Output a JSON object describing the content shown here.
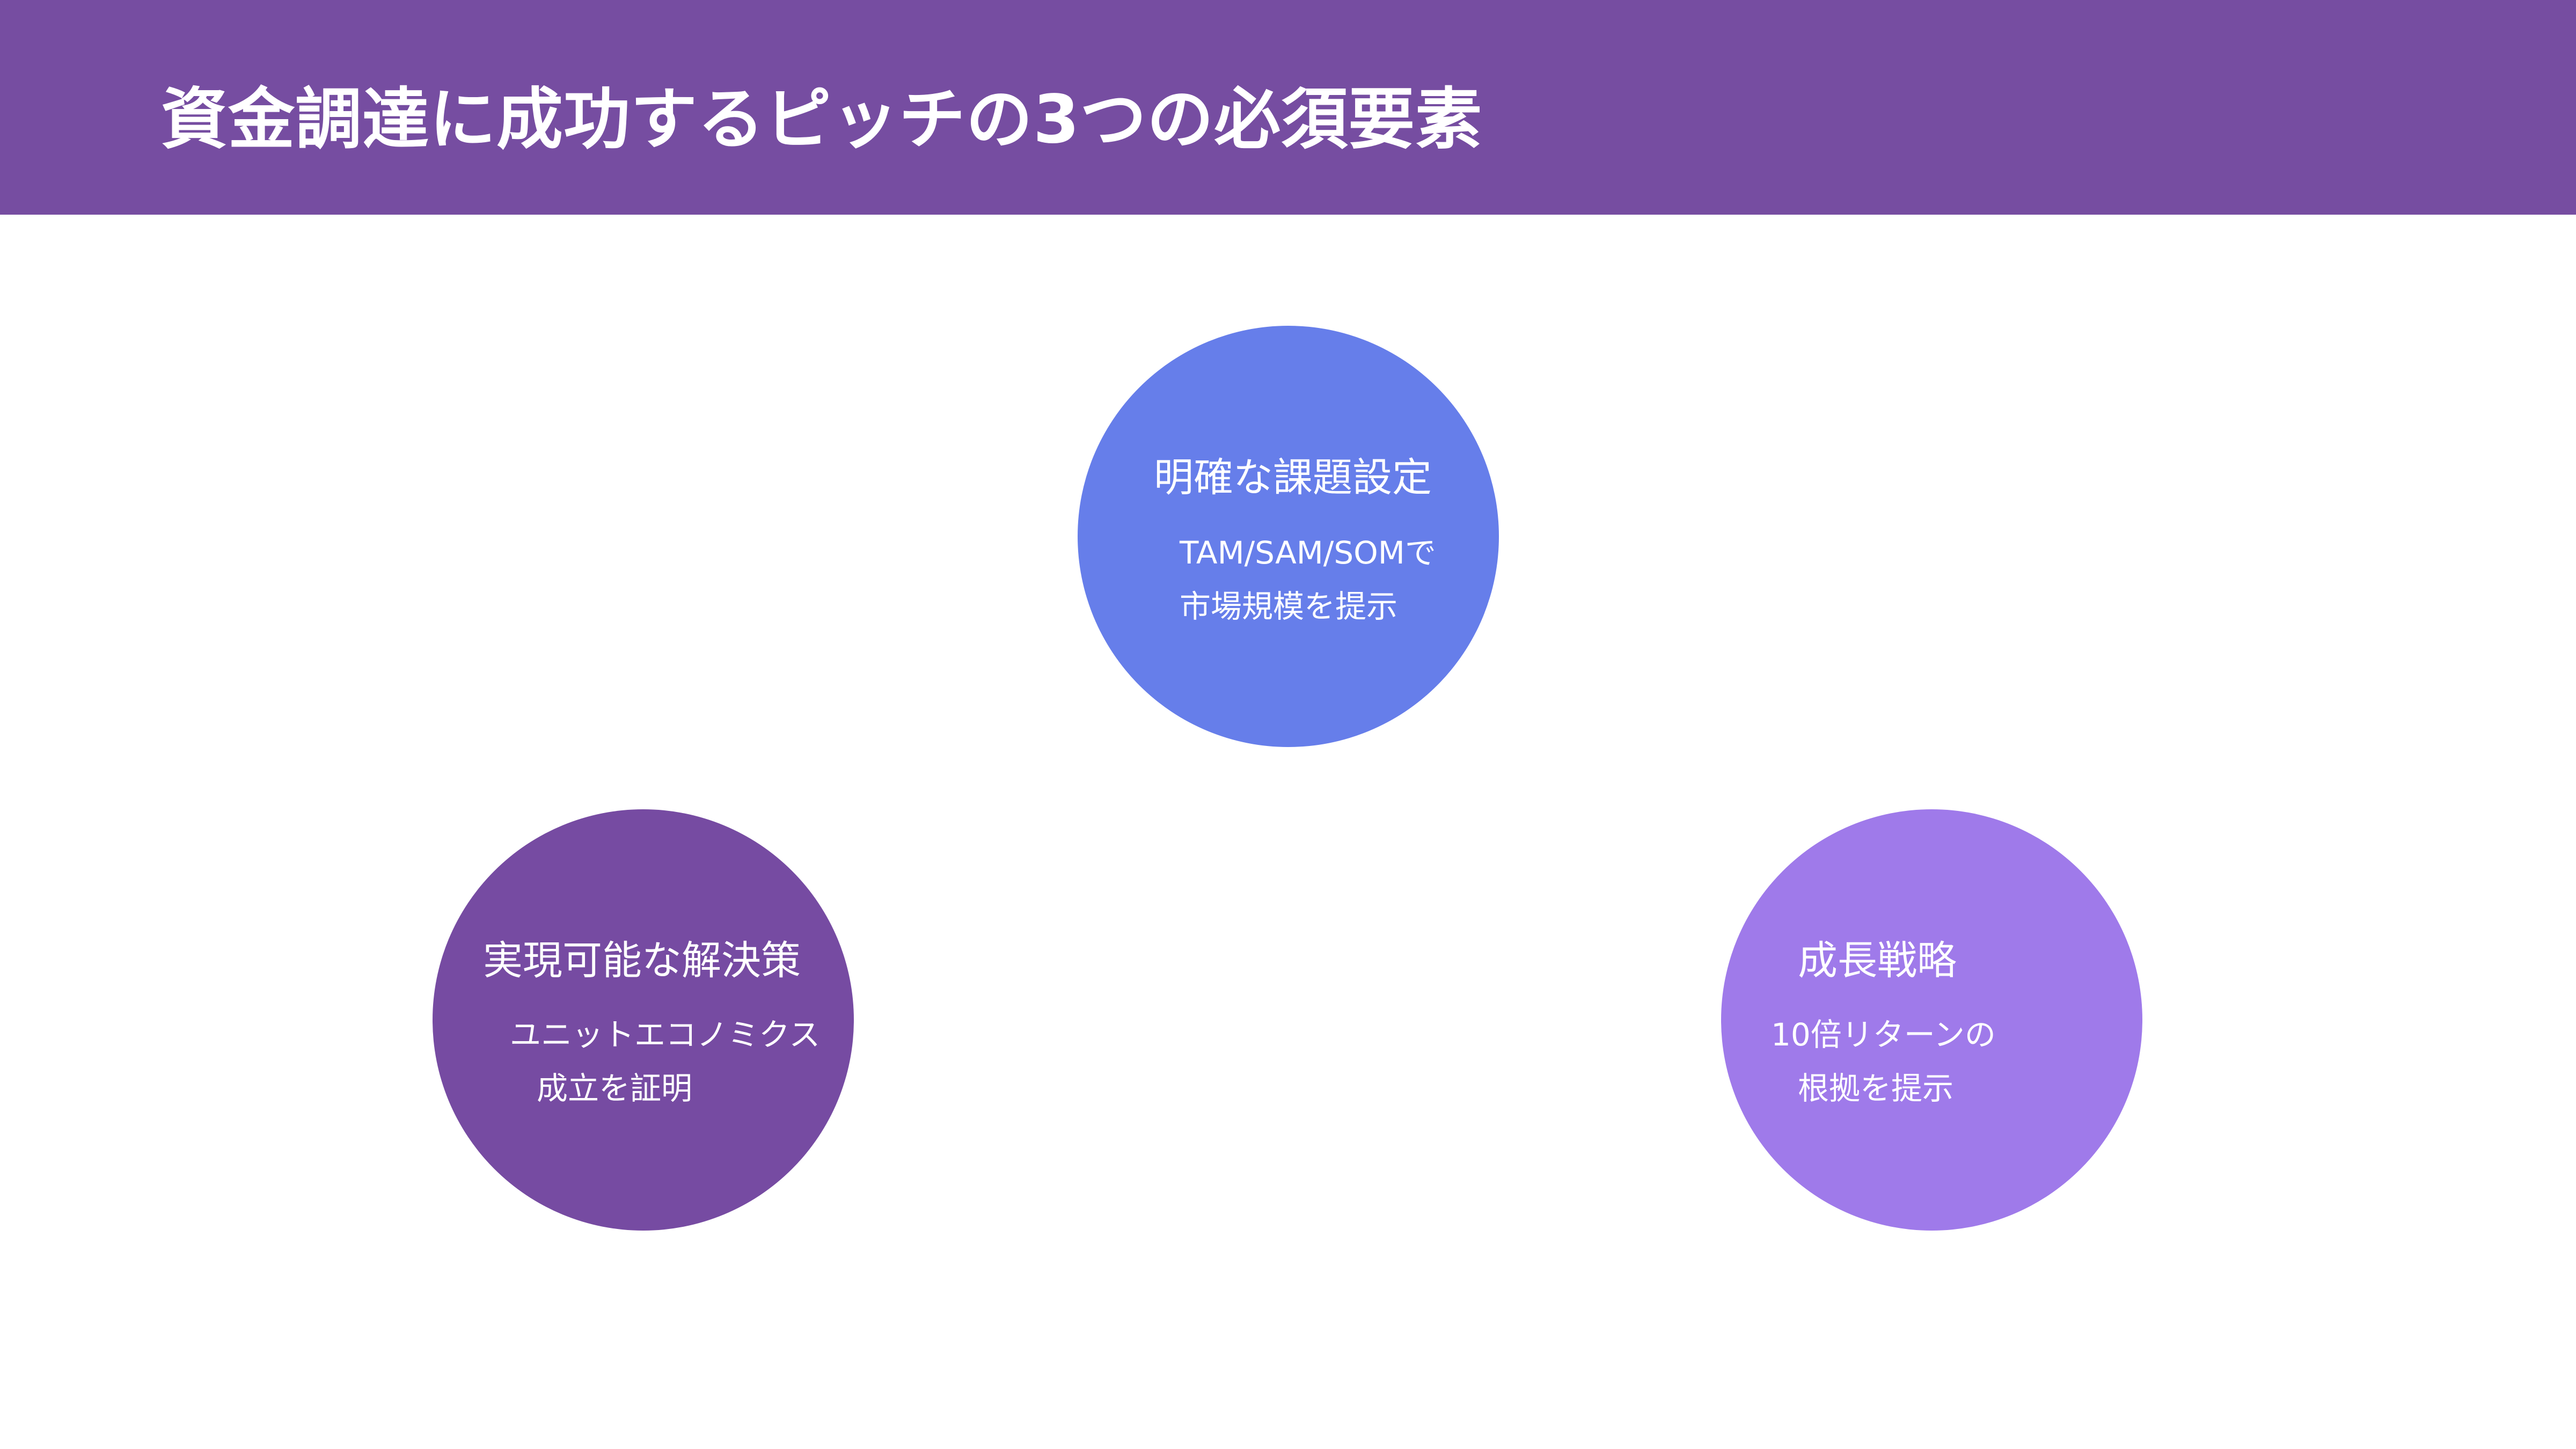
{
  "header": {
    "title": "資金調達に成功するピッチの3つの必須要素"
  },
  "colors": {
    "header_bg": "#764da1",
    "circle_top": "#667eea",
    "circle_left": "#764ba2",
    "circle_right": "#9f7aea",
    "text": "#ffffff"
  },
  "elements": {
    "top": {
      "label": "明確な課題設定",
      "desc_line1": "TAM/SAM/SOMで",
      "desc_line2": "市場規模を提示"
    },
    "left": {
      "label": "実現可能な解決策",
      "desc_line1": "ユニットエコノミクス",
      "desc_line2": "成立を証明"
    },
    "right": {
      "label": "成長戦略",
      "desc_line1": "10倍リターンの",
      "desc_line2": "根拠を提示"
    }
  }
}
